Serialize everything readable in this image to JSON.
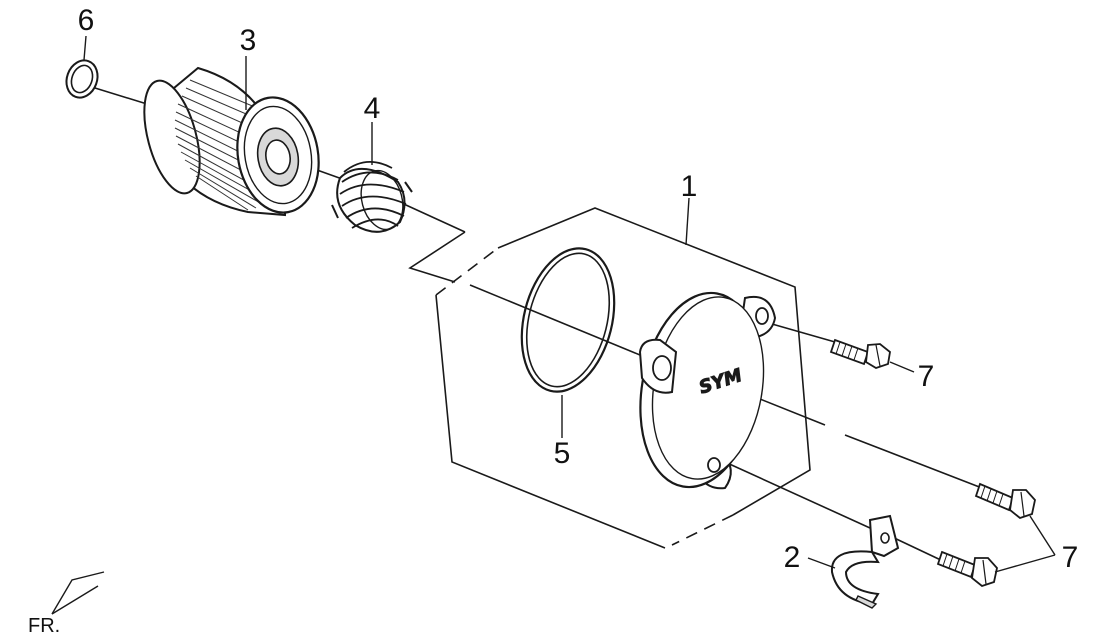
{
  "callouts": {
    "cover": "1",
    "clamp": "2",
    "filter_element": "3",
    "spring": "4",
    "gasket": "5",
    "o_ring": "6",
    "bolt": "7"
  },
  "cover_logo_text": "SYM",
  "orientation": {
    "label": "FR."
  },
  "colors": {
    "line": "#1a1a1a",
    "part_fill": "#ffffff",
    "part_shade": "#d9d9d9",
    "background": "#ffffff"
  }
}
